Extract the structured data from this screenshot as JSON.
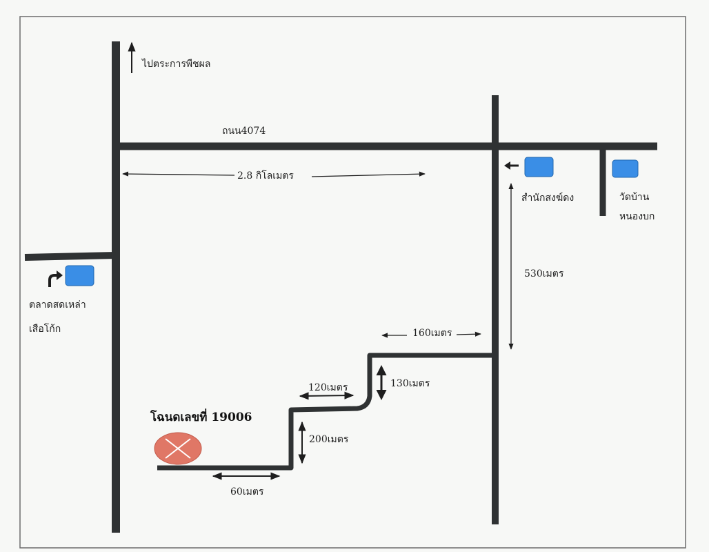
{
  "map": {
    "title": "โฉนดเลขที่ 19006",
    "road_label": "ถนน4074",
    "direction_north": "ไปตระการพืชผล",
    "landmarks": [
      {
        "name": "สำนักสงฆ์ดง"
      },
      {
        "name_line1": "วัดบ้าน",
        "name_line2": "หนองบก"
      },
      {
        "name_line1": "ตลาดสดเหล่า",
        "name_line2": "เสือโก้ก"
      }
    ],
    "distances": {
      "main_road": "2.8 กิโลเมตร",
      "right_road": "530เมตร",
      "segment_160": "160เมตร",
      "segment_130": "130เมตร",
      "segment_120": "120เมตร",
      "segment_200": "200เมตร",
      "segment_60": "60เมตร"
    },
    "colors": {
      "road": "#2f3233",
      "landmark_box": "#3a8ee6",
      "plot_marker": "#e07766",
      "background": "#f7f8f6"
    },
    "icons": [
      "north-arrow-icon",
      "turn-right-arrow-icon",
      "left-arrow-icon",
      "plot-marker-icon"
    ]
  }
}
